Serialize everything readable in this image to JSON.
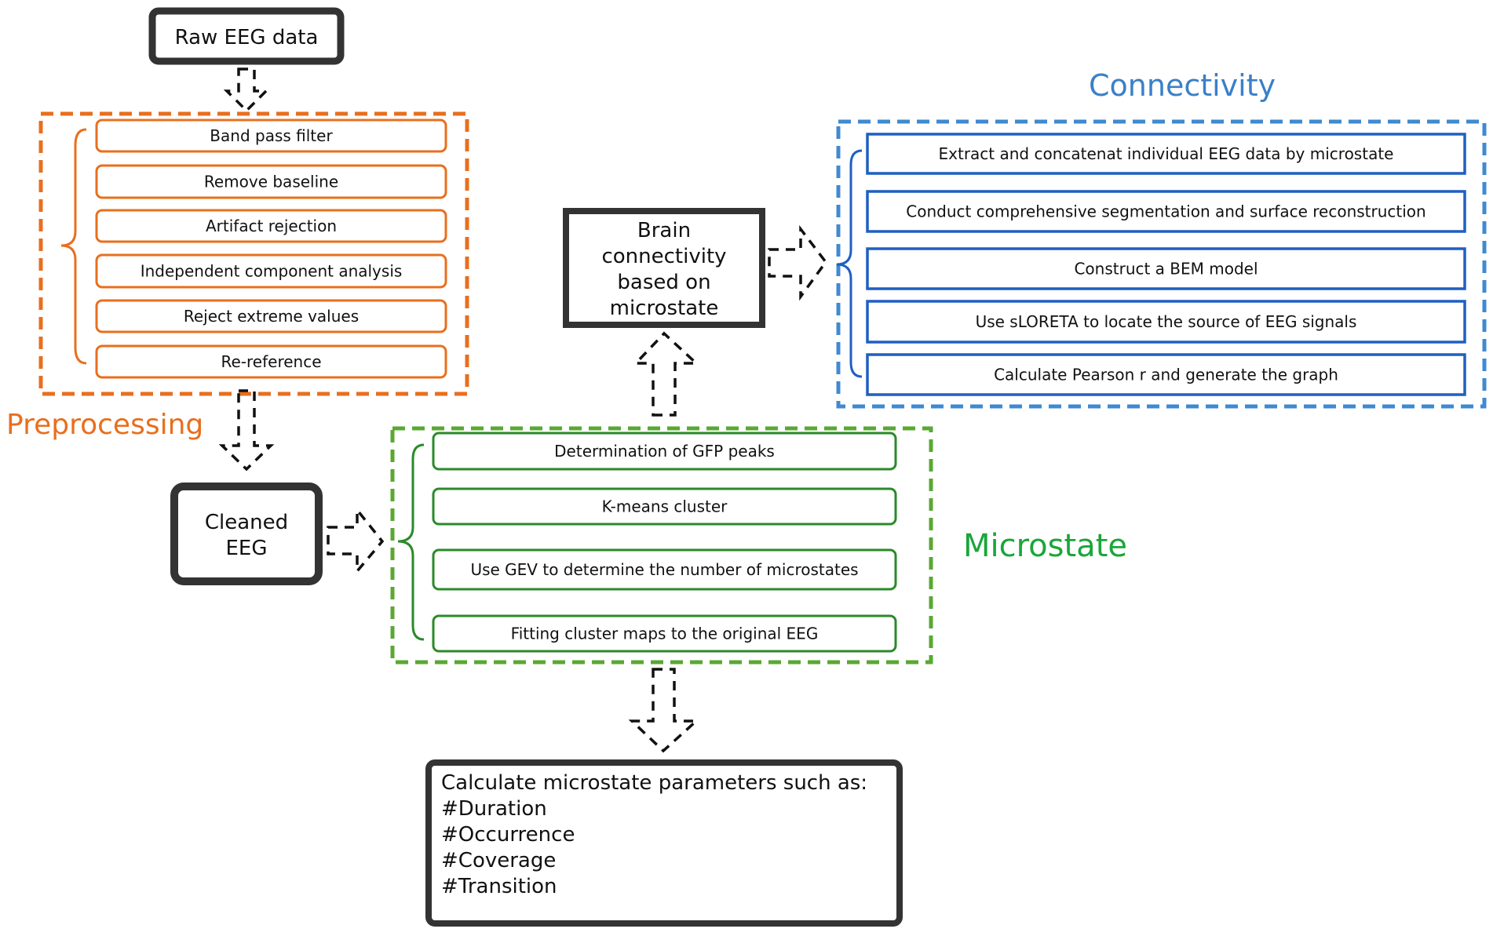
{
  "colors": {
    "preprocessing": "#e86f1e",
    "microstate_outer": "#5aa832",
    "microstate_inner": "#2a8a2a",
    "microstate_title": "#1aa63a",
    "connectivity_outer": "#3f8ad0",
    "connectivity_inner": "#1f5fc0",
    "connectivity_title": "#3a80c8",
    "node_border": "#333333",
    "arrow": "#111111"
  },
  "nodes": {
    "raw": {
      "lines": [
        "Raw EEG data"
      ]
    },
    "cleaned": {
      "lines": [
        "Cleaned",
        "EEG"
      ]
    },
    "brain": {
      "lines": [
        "Brain",
        "connectivity",
        "based on",
        "microstate"
      ]
    },
    "result": {
      "lines": [
        "Calculate microstate parameters such as:",
        "#Duration",
        "#Occurrence",
        "#Coverage",
        "#Transition"
      ]
    }
  },
  "sections": {
    "preprocessing": {
      "title": "Preprocessing",
      "steps": [
        "Band pass filter",
        "Remove baseline",
        "Artifact rejection",
        "Independent component analysis",
        "Reject extreme values",
        "Re-reference"
      ]
    },
    "microstate": {
      "title": "Microstate",
      "steps": [
        "Determination of GFP peaks",
        "K-means cluster",
        "Use GEV to determine the number of microstates",
        "Fitting cluster maps to the original EEG"
      ]
    },
    "connectivity": {
      "title": "Connectivity",
      "steps": [
        "Extract and concatenat individual EEG data by microstate",
        "Conduct comprehensive segmentation and surface reconstruction",
        "Construct a BEM model",
        "Use sLORETA  to locate the source of EEG signals",
        "Calculate Pearson r and generate the graph"
      ]
    }
  }
}
